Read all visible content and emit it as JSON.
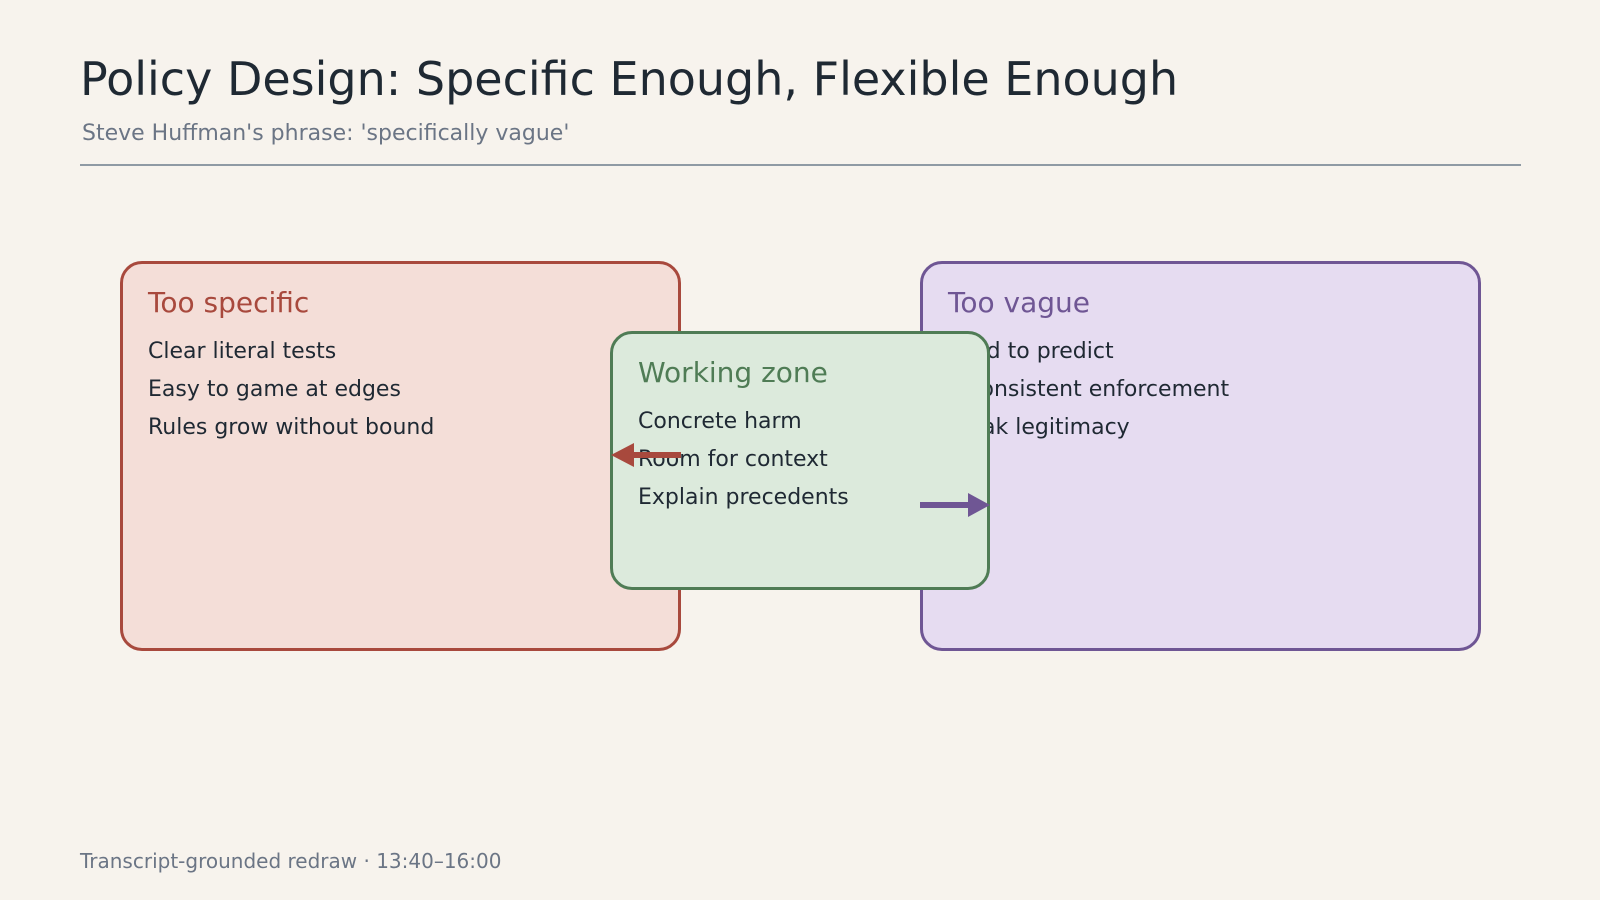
{
  "title": "Policy Design: Specific Enough, Flexible Enough",
  "subtitle": "Steve Huffman's phrase: 'specifically vague'",
  "boxes": {
    "too_specific": {
      "heading": "Too specific",
      "items": [
        "Clear literal tests",
        "Easy to game at edges",
        "Rules grow without bound"
      ],
      "color": "#a8493d",
      "fill": "#f4ded8"
    },
    "too_vague": {
      "heading": "Too vague",
      "items": [
        "Hard to predict",
        "Inconsistent enforcement",
        "Weak legitimacy"
      ],
      "color": "#6f5694",
      "fill": "#e6dcf1"
    },
    "working_zone": {
      "heading": "Working zone",
      "items": [
        "Concrete harm",
        "Room for context",
        "Explain precedents"
      ],
      "color": "#4f7c55",
      "fill": "#dceadc"
    }
  },
  "arrows": [
    {
      "from": "working_zone",
      "toward": "too_specific",
      "direction": "left",
      "color": "#a8493d"
    },
    {
      "from": "working_zone",
      "toward": "too_vague",
      "direction": "right",
      "color": "#6f5694"
    }
  ],
  "footer": "Transcript-grounded redraw · 13:40–16:00",
  "background": "#f7f3ed"
}
